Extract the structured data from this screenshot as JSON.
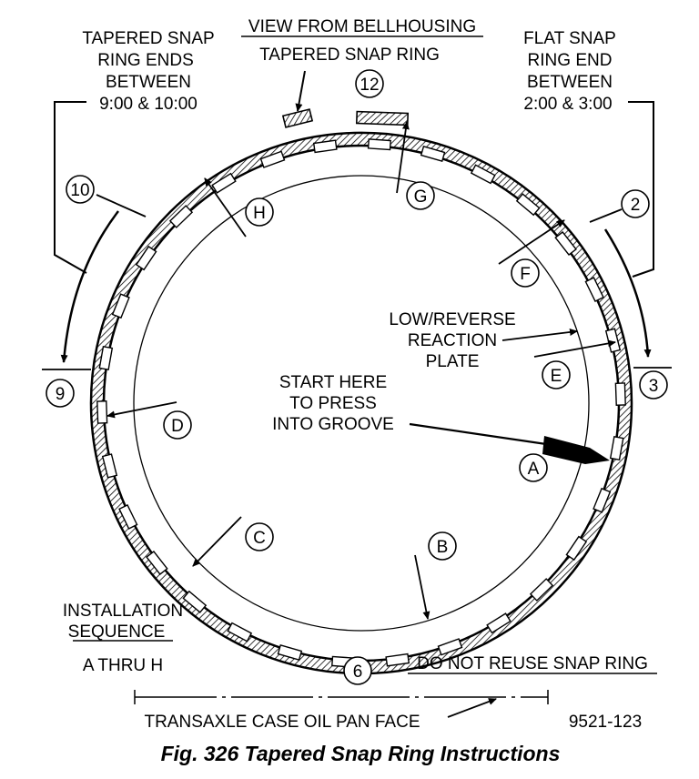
{
  "header": {
    "view": "VIEW FROM BELLHOUSING",
    "tapered_ring": "TAPERED SNAP RING"
  },
  "left_note": [
    "TAPERED SNAP",
    "RING ENDS",
    "BETWEEN",
    "9:00 & 10:00"
  ],
  "right_note": [
    "FLAT SNAP",
    "RING END",
    "BETWEEN",
    "2:00 & 3:00"
  ],
  "clock": {
    "n12": "12",
    "n2": "2",
    "n3": "3",
    "n6": "6",
    "n9": "9",
    "n10": "10"
  },
  "sequence": {
    "A": "A",
    "B": "B",
    "C": "C",
    "D": "D",
    "E": "E",
    "F": "F",
    "G": "G",
    "H": "H"
  },
  "reaction_plate": [
    "LOW/REVERSE",
    "REACTION",
    "PLATE"
  ],
  "start_note": [
    "START HERE",
    "TO PRESS",
    "INTO GROOVE"
  ],
  "install": {
    "line1": "INSTALLATION",
    "line2": "SEQUENCE",
    "line3": "A THRU H"
  },
  "do_not_reuse": "DO NOT REUSE SNAP RING",
  "oil_pan": "TRANSAXLE CASE OIL PAN FACE",
  "figure_id": "9521-123",
  "caption": "Fig. 326 Tapered Snap Ring Instructions"
}
